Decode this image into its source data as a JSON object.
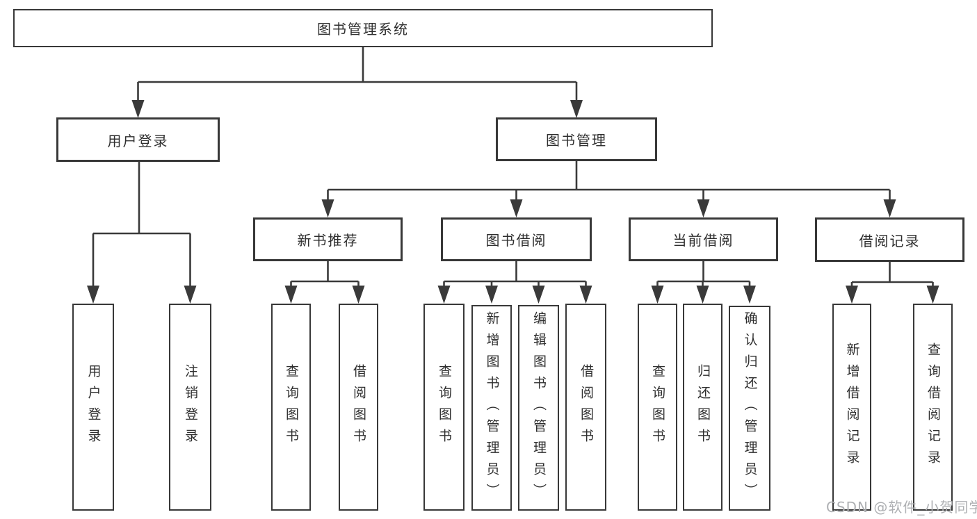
{
  "diagram": {
    "type": "hierarchy",
    "colors": {
      "line": "#3a3a3a",
      "border": "#383838",
      "text": "#2e2e2e",
      "background": "#ffffff",
      "watermark": "#aeb0b3"
    }
  },
  "tree": {
    "label": "图书管理系统",
    "children": [
      {
        "label": "用户登录",
        "children": [
          {
            "label": "用户登录"
          },
          {
            "label": "注销登录"
          }
        ]
      },
      {
        "label": "图书管理",
        "children": [
          {
            "label": "新书推荐",
            "children": [
              {
                "label": "查询图书"
              },
              {
                "label": "借阅图书"
              }
            ]
          },
          {
            "label": "图书借阅",
            "children": [
              {
                "label": "查询图书"
              },
              {
                "label": "新增图书（管理员）"
              },
              {
                "label": "编辑图书（管理员）"
              },
              {
                "label": "借阅图书"
              }
            ]
          },
          {
            "label": "当前借阅",
            "children": [
              {
                "label": "查询图书"
              },
              {
                "label": "归还图书"
              },
              {
                "label": "确认归还（管理员）"
              }
            ]
          },
          {
            "label": "借阅记录",
            "children": [
              {
                "label": "新增借阅记录"
              },
              {
                "label": "查询借阅记录"
              }
            ]
          }
        ]
      }
    ]
  },
  "watermark": {
    "text": "CSDN @软件_小贺同学"
  }
}
